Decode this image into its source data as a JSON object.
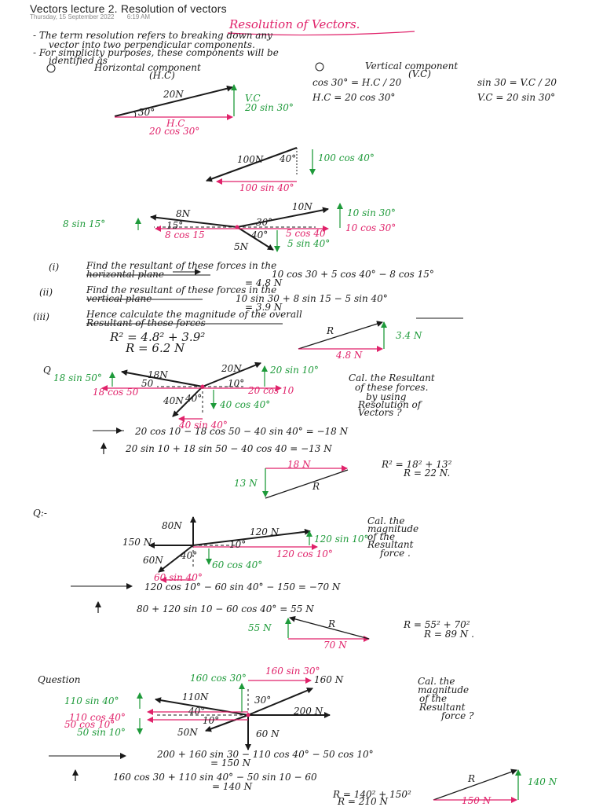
{
  "header": {
    "title": "Vectors lecture 2. Resolution of vectors",
    "date": "Thursday, 15 September 2022",
    "time": "6:19 AM"
  },
  "notes": {
    "heading": "Resolution of Vectors.",
    "bullet1_line1": "- The term resolution refers to breaking down any",
    "bullet1_line2": "vector into two perpendicular components.",
    "bullet2_line1": "- For simplicity purposes, these components will be",
    "bullet2_line2": "identified as",
    "comp1_label": "Horizontal component",
    "comp1_abbr": "(H.C)",
    "comp2_label": "Vertical component",
    "comp2_abbr": "(V.C)",
    "cos_eq": "cos 30° = H.C / 20",
    "hc_eq": "H.C = 20 cos 30°",
    "sin_eq": "sin 30 = V.C / 20",
    "vc_eq": "V.C = 20 sin 30°"
  },
  "ex1": {
    "force": "20N",
    "angle": "30°",
    "vc": "V.C",
    "vc_val": "20 sin 30°",
    "hc": "H.C",
    "hc_val": "20 cos 30°"
  },
  "ex2": {
    "force": "100N",
    "angle": "40°",
    "vert": "100 cos 40°",
    "horiz": "100 sin 40°"
  },
  "ex3": {
    "f10": "10N",
    "f8": "8N",
    "f5": "5N",
    "a15": "15°",
    "a30": "30°",
    "a40": "40°",
    "c10s30": "10 sin 30°",
    "c10c30": "10 cos 30°",
    "c8s15": "8 sin 15°",
    "c8c15": "8 cos 15",
    "c5c40": "5 cos 40",
    "c5s40": "5 sin 40°",
    "q1_num": "(i)",
    "q1_a": "Find the resultant of these forces in the",
    "q1_b": "horizontal plane",
    "q1_eq": "10 cos 30 + 5 cos 40° − 8 cos 15°",
    "q1_res": "= 4.8 N",
    "q2_num": "(ii)",
    "q2_a": "Find the resultant of these forces in the",
    "q2_b": "vertical plane",
    "q2_eq": "10 sin 30 + 8 sin 15 − 5 sin 40°",
    "q2_res": "= 3.9 N",
    "q3_num": "(iii)",
    "q3_a": "Hence calculate the magnitude of the overall",
    "q3_b": "Resultant of these forces",
    "r_eq": "R² = 4.8² + 3.9²",
    "r_res": "R = 6.2 N",
    "tri_r": "R",
    "tri_v": "3.4 N",
    "tri_h": "4.8 N"
  },
  "ex4": {
    "q": "Q",
    "f18": "18N",
    "f20": "20N",
    "f40": "40N",
    "a50": "50",
    "a10": "10°",
    "a40": "40°",
    "c18s50": "18 sin 50°",
    "c18c50": "18 cos 50",
    "c20s10": "20 sin 10°",
    "c20c10": "20 cos 10",
    "c40c40": "40 cos 40°",
    "c40s40": "40 sin 40°",
    "task1": "Cal. the Resultant",
    "task2": "of these forces.",
    "task3": "by using",
    "task4": "Resolution of",
    "task5": "Vectors ?",
    "eq_h": "20 cos 10 − 18 cos 50 − 40 sin 40° = −18 N",
    "eq_v": "20 sin 10 + 18 sin 50 − 40 cos 40 = −13 N",
    "tri_top": "18 N",
    "tri_side": "13 N",
    "tri_r": "R",
    "r_eq": "R² = 18² + 13²",
    "r_res": "R = 22 N."
  },
  "ex5": {
    "q": "Q:-",
    "f80": "80N",
    "f150": "150 N",
    "f120": "120 N",
    "f60": "60N",
    "a10": "10°",
    "a40": "40°",
    "c120s10": "120 sin 10°",
    "c120c10": "120 cos 10°",
    "c60c40": "60 cos 40°",
    "c60s40": "60 sin 40°",
    "task1": "Cal. the",
    "task2": "magnitude",
    "task3": "of the",
    "task4": "Resultant",
    "task5": "force .",
    "eq_h": "120 cos 10° − 60 sin 40° − 150 = −70 N",
    "eq_v": "80 + 120 sin 10 − 60 cos 40° = 55 N",
    "tri_side": "55 N",
    "tri_bottom": "70 N",
    "tri_r": "R",
    "r_eq": "R = 55² + 70²",
    "r_res": "R = 89 N ."
  },
  "ex6": {
    "q": "Question",
    "f160": "160 N",
    "f110": "110N",
    "f200": "200 N",
    "f50": "50N",
    "f60": "60 N",
    "a30": "30°",
    "a40": "40°",
    "a10": "10°",
    "c160c30": "160 cos 30°",
    "c160s30": "160 sin 30°",
    "c110s40": "110 sin 40°",
    "c110c40": "110 cos 40°",
    "c50c10": "50 cos 10°",
    "c50s10": "50 sin 10°",
    "task1": "Cal. the",
    "task2": "magnitude",
    "task3": "of the",
    "task4": "Resultant",
    "task5": "force ?",
    "eq_h": "200 + 160 sin 30 − 110 cos 40° − 50 cos 10°",
    "eq_h_res": "= 150 N",
    "eq_v": "160 cos 30 + 110 sin 40° − 50 sin 10 − 60",
    "eq_v_res": "= 140 N",
    "r_eq": "R = 140² + 150²",
    "r_res": "R = 210 N",
    "tri_r": "R",
    "tri_side": "140 N",
    "tri_bottom": "150 N"
  },
  "colors": {
    "ink": "#1a1a1a",
    "pink": "#e0226a",
    "green": "#1e9a3a"
  }
}
